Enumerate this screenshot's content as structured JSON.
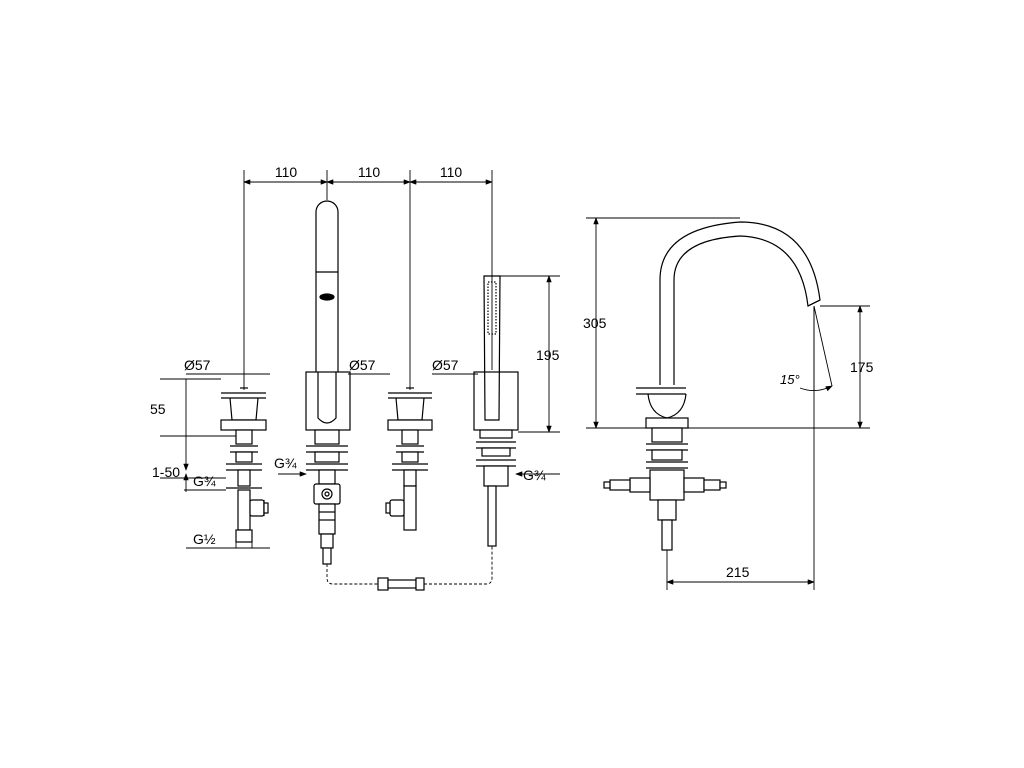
{
  "dimensions": {
    "spacing_1": "110",
    "spacing_2": "110",
    "spacing_3": "110",
    "dia_1": "Ø57",
    "dia_2": "Ø57",
    "dia_3": "Ø57",
    "height_rosette": "55",
    "deck_thickness": "1-50",
    "thread_left": "G¾",
    "thread_spout": "G¾",
    "thread_shower": "G¾",
    "thread_bottom": "G½",
    "shower_height": "195",
    "spout_total_height": "305",
    "spout_outlet_height": "175",
    "spout_angle": "15°",
    "spout_projection": "215"
  }
}
